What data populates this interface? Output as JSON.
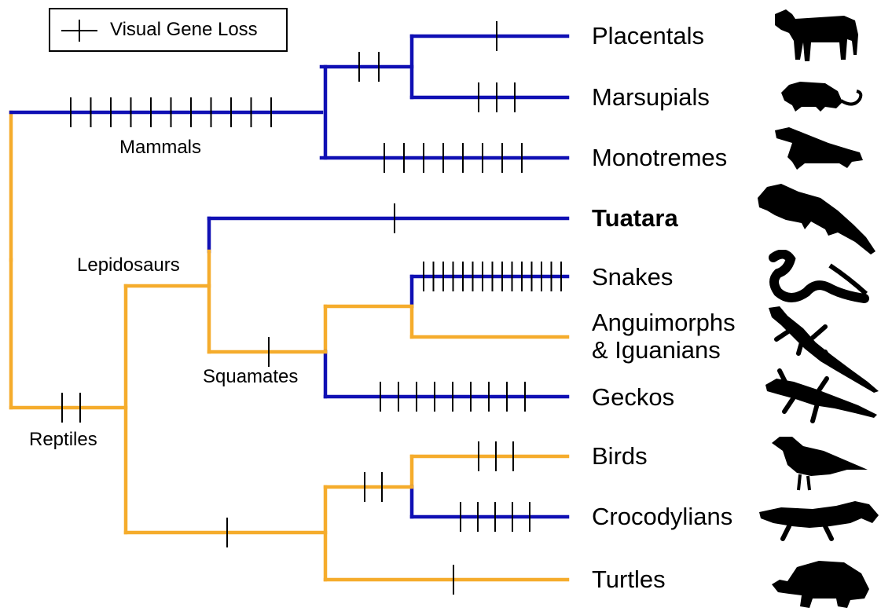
{
  "legend": {
    "label": "Visual Gene Loss"
  },
  "colors": {
    "blue": "#1010b4",
    "orange": "#f5ac2c",
    "tick": "#000000"
  },
  "taxa": [
    {
      "name": "Placentals",
      "bold": false,
      "silhouette": "cow-icon"
    },
    {
      "name": "Marsupials",
      "bold": false,
      "silhouette": "opossum-icon"
    },
    {
      "name": "Monotremes",
      "bold": false,
      "silhouette": "platypus-icon"
    },
    {
      "name": "Tuatara",
      "bold": true,
      "silhouette": "tuatara-icon"
    },
    {
      "name": "Snakes",
      "bold": false,
      "silhouette": "snake-icon"
    },
    {
      "name": "Anguimorphs",
      "name2": "& Iguanians",
      "bold": false,
      "silhouette": "lizard-icon"
    },
    {
      "name": "Geckos",
      "bold": false,
      "silhouette": "gecko-icon"
    },
    {
      "name": "Birds",
      "bold": false,
      "silhouette": "bird-icon"
    },
    {
      "name": "Crocodylians",
      "bold": false,
      "silhouette": "crocodile-icon"
    },
    {
      "name": "Turtles",
      "bold": false,
      "silhouette": "turtle-icon"
    }
  ],
  "clades": {
    "mammals": "Mammals",
    "reptiles": "Reptiles",
    "lepidosaurs": "Lepidosaurs",
    "squamates": "Squamates"
  },
  "gene_losses": {
    "mammals_stem": 11,
    "theria_stem": 2,
    "placentals": 1,
    "marsupials": 3,
    "monotremes": 8,
    "tuatara": 1,
    "snakes": 15,
    "anguimorphs_iguanians": 0,
    "squamates_stem": 1,
    "geckos": 9,
    "reptiles_stem": 2,
    "archosaurs_turtles_stem": 1,
    "archosaurs_stem": 2,
    "birds": 3,
    "crocodylians": 5,
    "turtles": 1
  }
}
